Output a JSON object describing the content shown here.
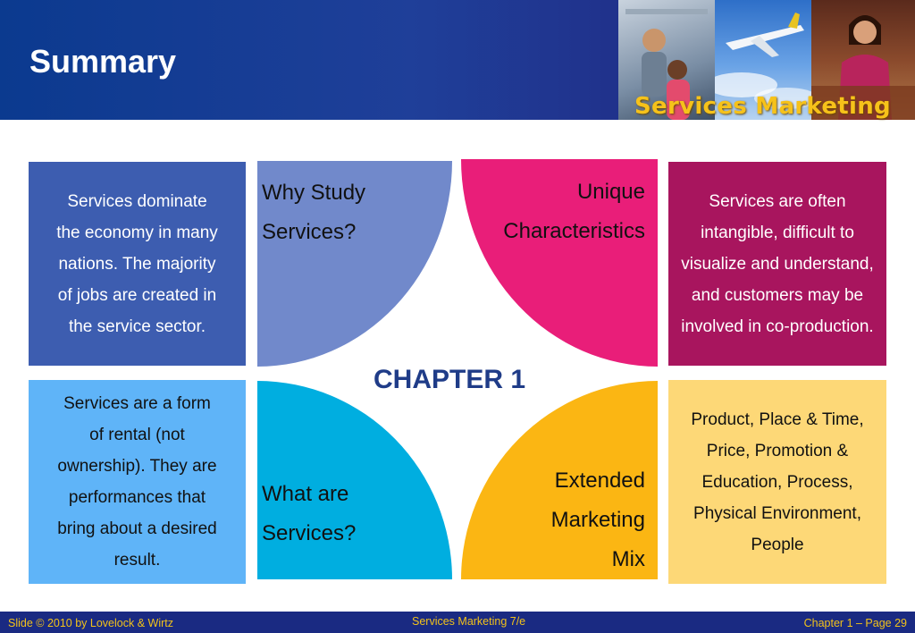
{
  "slide": {
    "title": "Summary",
    "brand": "Services Marketing",
    "chapter_label": "CHAPTER 1"
  },
  "quadrants": {
    "top_left_label": [
      "Why Study",
      "Services?"
    ],
    "top_right_label": [
      "Unique",
      "Characteristics"
    ],
    "bottom_left_label": [
      "What are",
      "Services?"
    ],
    "bottom_right_label": [
      "Extended",
      "Marketing",
      "Mix"
    ]
  },
  "boxes": {
    "top_left": [
      "Services dominate",
      "the economy in many",
      "nations. The majority",
      "of jobs are created in",
      "the service sector."
    ],
    "top_right": [
      "Services are often",
      "intangible, difficult to",
      "visualize and understand,",
      "and customers may be",
      "involved in co-production."
    ],
    "bottom_left": [
      "Services are a form",
      "of rental (not",
      "ownership). They are",
      "performances that",
      "bring about a desired",
      "result."
    ],
    "bottom_right": [
      "Product, Place & Time,",
      "Price, Promotion &",
      "Education, Process,",
      "Physical Environment,",
      "People"
    ]
  },
  "footer": {
    "left": "Slide © 2010 by Lovelock & Wirtz",
    "center": "Services Marketing 7/e",
    "right": "Chapter 1 – Page 29"
  },
  "colors": {
    "header_blue": "#1f3f99",
    "brand_gold": "#f6c21a",
    "quad_top_left": "#7189cb",
    "quad_top_right": "#e91e79",
    "quad_bottom_left": "#00aee0",
    "quad_bottom_right": "#fbb613",
    "chapter_text": "#1f3c88"
  },
  "icons": [
    "photo-fitness",
    "photo-airplane",
    "photo-hotel-staff"
  ]
}
